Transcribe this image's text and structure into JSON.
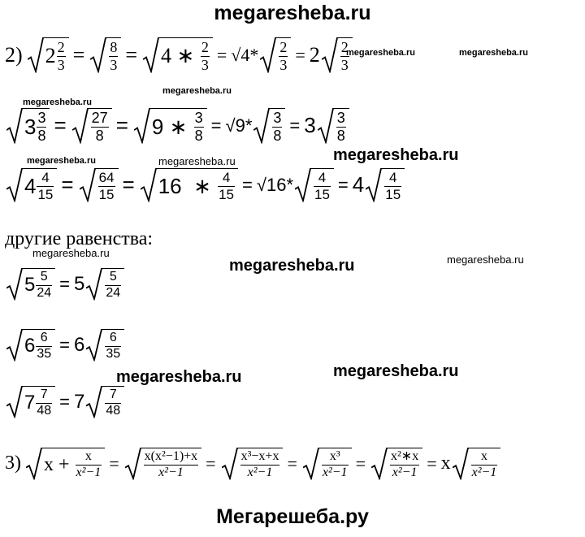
{
  "header": "megaresheba.ru",
  "footer": "Мегарешеба.ру",
  "watermarks": [
    "megaresheba.ru",
    "megaresheba.ru",
    "megaresheba.ru",
    "megaresheba.ru",
    "megaresheba.ru",
    "megaresheba.ru",
    "megaresheba.ru",
    "megaresheba.ru",
    "megaresheba.ru",
    "megaresheba.ru",
    "megaresheba.ru",
    "megaresheba.ru",
    "megaresheba.ru"
  ],
  "text": {
    "label2": "2)",
    "label3": "3)",
    "other": "другие равенства:"
  },
  "math": {
    "eq": "=",
    "star": "*",
    "times": "∗",
    "x": "x",
    "plus": "+",
    "l1": {
      "w": "2",
      "n": "2",
      "d": "3",
      "f2n": "8",
      "f2d": "3",
      "in3w": "4",
      "in3n": "2",
      "in3d": "3",
      "sq4": "4",
      "f5n": "2",
      "f5d": "3",
      "w6": "2",
      "f6n": "2",
      "f6d": "3"
    },
    "l2": {
      "w": "3",
      "n": "3",
      "d": "8",
      "f2n": "27",
      "f2d": "8",
      "in3w": "9",
      "in3n": "3",
      "in3d": "8",
      "sq4": "9",
      "f5n": "3",
      "f5d": "8",
      "w6": "3",
      "f6n": "3",
      "f6d": "8"
    },
    "l3": {
      "w": "4",
      "n": "4",
      "d": "15",
      "f2n": "64",
      "f2d": "15",
      "in3w": "16",
      "in3n": "4",
      "in3d": "15",
      "sq4": "16",
      "f5n": "4",
      "f5d": "15",
      "w6": "4",
      "f6n": "4",
      "f6d": "15"
    },
    "o1": {
      "w": "5",
      "n": "5",
      "d": "24",
      "w2": "5",
      "n2": "5",
      "d2": "24"
    },
    "o2": {
      "w": "6",
      "n": "6",
      "d": "35",
      "w2": "6",
      "n2": "6",
      "d2": "35"
    },
    "o3": {
      "w": "7",
      "n": "7",
      "d": "48",
      "w2": "7",
      "n2": "7",
      "d2": "48"
    },
    "l4": {
      "t1n": "x",
      "t1d": "x²−1",
      "t2n": "x(x²−1)+x",
      "t2d": "x²−1",
      "t3n": "x³−x+x",
      "t3d": "x²−1",
      "t4n": "x³",
      "t4d": "x²−1",
      "t5n": "x²∗x",
      "t5d": "x²−1",
      "t6n": "x",
      "t6d": "x²−1"
    }
  }
}
